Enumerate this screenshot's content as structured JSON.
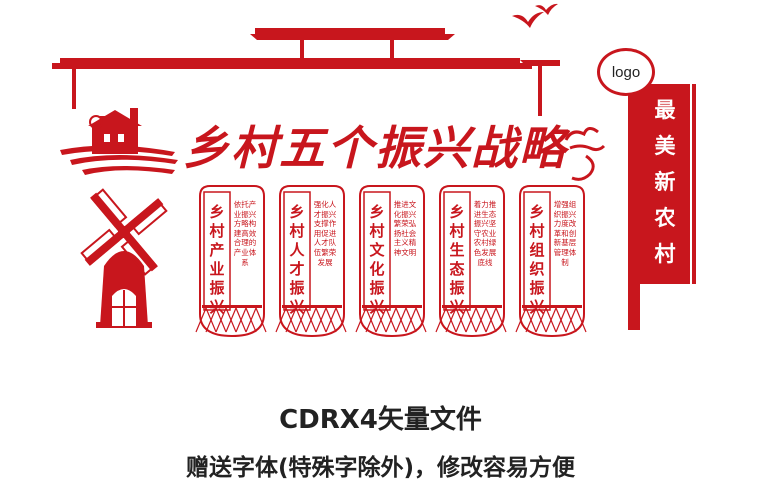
{
  "logo": "logo",
  "main_title": "乡村五个振兴战略",
  "vertical_title": [
    "最",
    "美",
    "新",
    "农",
    "村"
  ],
  "panels": [
    {
      "title": "乡村产业振兴",
      "body": "依托产业振兴方略构建高效合理的产业体系"
    },
    {
      "title": "乡村人才振兴",
      "body": "强化人才振兴支撑作用促进人才队伍繁荣发展"
    },
    {
      "title": "乡村文化振兴",
      "body": "推进文化振兴繁荣弘扬社会主义精神文明"
    },
    {
      "title": "乡村生态振兴",
      "body": "着力推进生态振兴坚守农业农村绿色发展底线"
    },
    {
      "title": "乡村组织振兴",
      "body": "增强组织振兴力度改革和创新基层管理体制"
    }
  ],
  "caption_line1": "CDRX4矢量文件",
  "caption_line2": "赠送字体(特殊字除外)，修改容易方便",
  "colors": {
    "accent": "#c8161d",
    "caption": "#222222"
  }
}
